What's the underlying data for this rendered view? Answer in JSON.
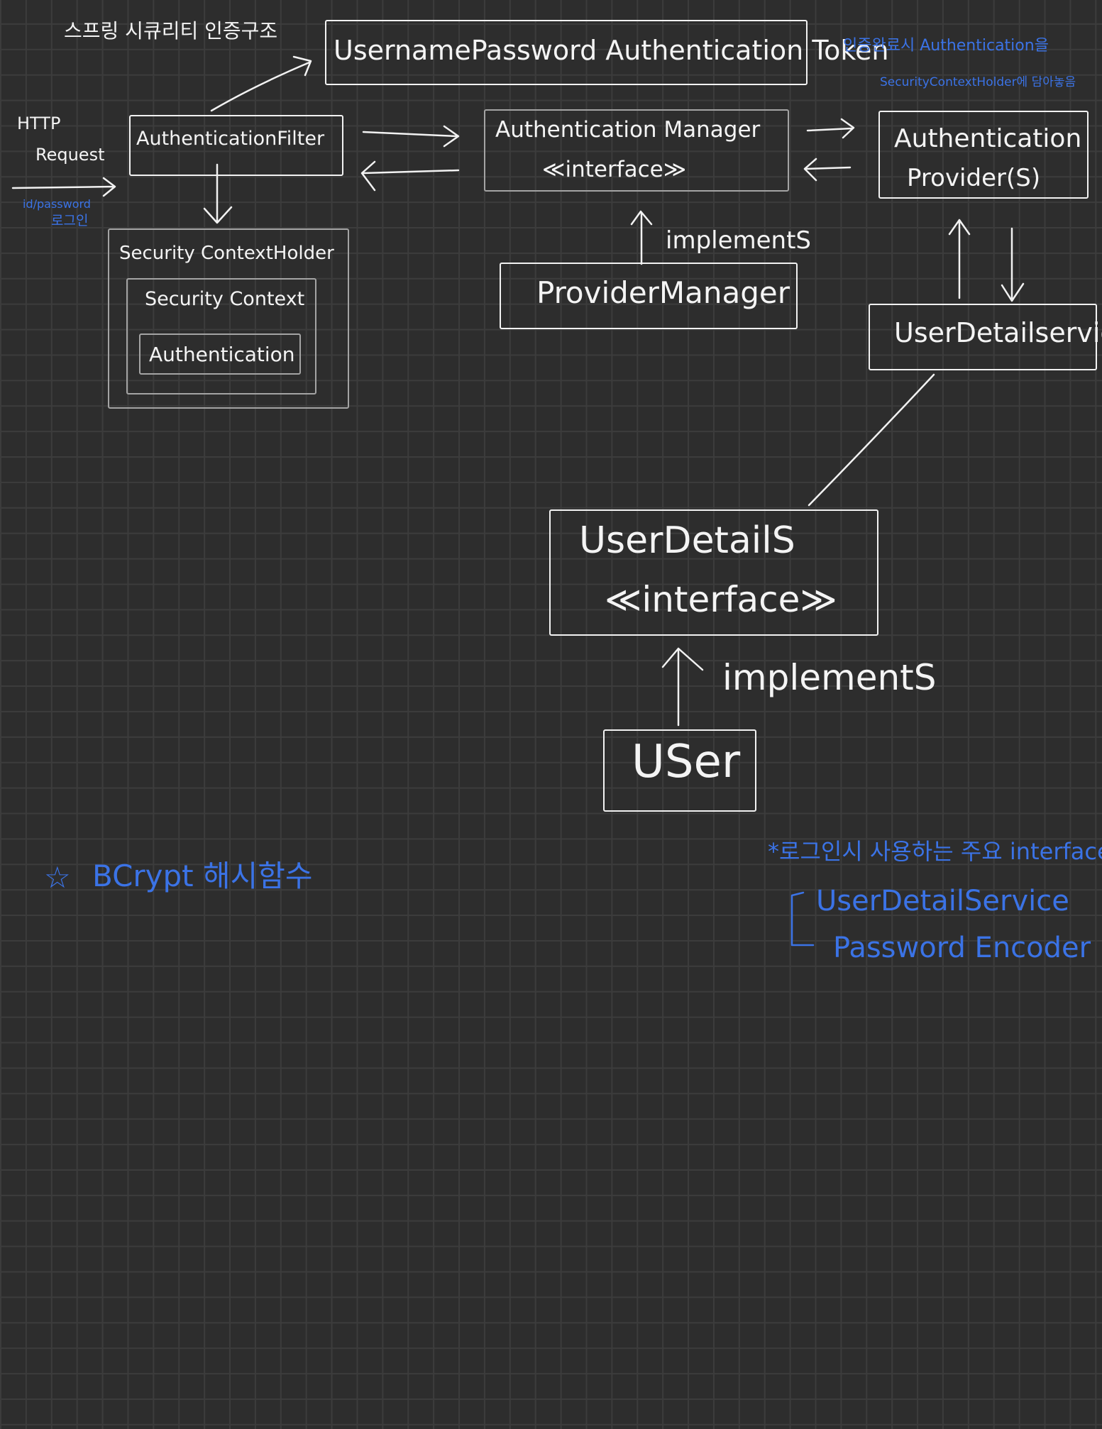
{
  "title": "스프링 시큐리티 인증구조",
  "request": {
    "line1": "HTTP",
    "line2": "Request",
    "note_line1": "id/password",
    "note_line2": "로그인"
  },
  "token_box": "UsernamePassword Authentication Token",
  "filter_box": "AuthenticationFilter",
  "manager_box": {
    "line1": "Authentication Manager",
    "line2": "≪interface≫"
  },
  "provider_box": {
    "line1": "Authentication",
    "line2": "Provider(S)"
  },
  "completion_note": {
    "line1": "인증완료시 Authentication을",
    "line2": "SecurityContextHolder에 담아놓음"
  },
  "context_holder": {
    "outer": "Security ContextHolder",
    "middle": "Security Context",
    "inner": "Authentication"
  },
  "provider_manager": {
    "label": "ProviderManager",
    "implements": "implementS"
  },
  "user_detail_service_box": "UserDetailservice",
  "user_details_box": {
    "line1": "UserDetailS",
    "line2": "≪interface≫"
  },
  "user_box": {
    "label": "USer",
    "implements": "implementS"
  },
  "bcrypt_note": {
    "star": "☆",
    "text": "BCrypt 해시함수"
  },
  "interfaces_note": {
    "title": "*로그인시 사용하는 주요 interface",
    "items": [
      "UserDetailService",
      "Password Encoder"
    ]
  },
  "colors": {
    "background": "#2d2d2d",
    "grid": "#3c3c3c",
    "ink": "#f2f2f2",
    "inactive_ink": "#a4a4a4",
    "note_blue": "#3b73e6"
  }
}
